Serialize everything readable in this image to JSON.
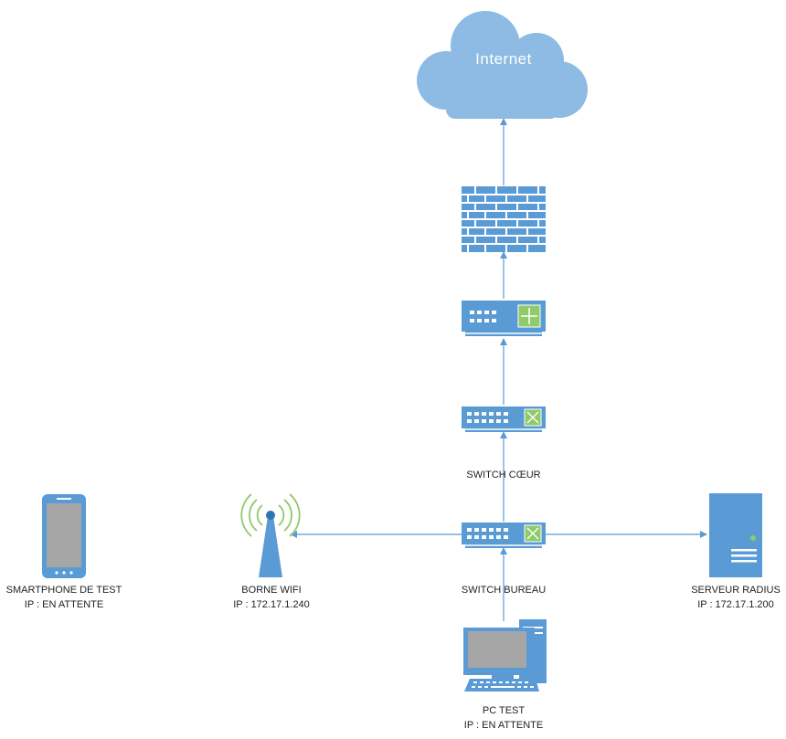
{
  "colors": {
    "device": "#5b9bd5",
    "device_dark": "#2e75b6",
    "cloud": "#8dbbe3",
    "screen": "#a6a6a6",
    "router_green": "#8fca6b",
    "wifi_green": "#8fca6b",
    "link": "#5b9bd5"
  },
  "nodes": {
    "internet": {
      "label": "Internet",
      "icon": "cloud-icon"
    },
    "firewall": {
      "icon": "firewall-icon"
    },
    "router": {
      "icon": "router-icon"
    },
    "switch_coeur": {
      "label": "SWITCH CŒUR",
      "icon": "switch-icon"
    },
    "switch_bureau": {
      "label": "SWITCH BUREAU",
      "icon": "switch-icon"
    },
    "smartphone": {
      "label": "SMARTPHONE DE TEST",
      "ip": "IP : EN ATTENTE",
      "icon": "smartphone-icon"
    },
    "borne_wifi": {
      "label": "BORNE WIFI",
      "ip": "IP : 172.17.1.240",
      "icon": "wifi-antenna-icon"
    },
    "serveur_radius": {
      "label": "SERVEUR RADIUS",
      "ip": "IP : 172.17.1.200",
      "icon": "server-icon"
    },
    "pc_test": {
      "label": "PC TEST",
      "ip": "IP : EN ATTENTE",
      "icon": "desktop-pc-icon"
    }
  },
  "links": [
    {
      "from": "pc_test",
      "to": "switch_bureau"
    },
    {
      "from": "switch_bureau",
      "to": "borne_wifi"
    },
    {
      "from": "switch_bureau",
      "to": "serveur_radius"
    },
    {
      "from": "switch_bureau",
      "to": "switch_coeur"
    },
    {
      "from": "switch_coeur",
      "to": "router"
    },
    {
      "from": "router",
      "to": "firewall"
    },
    {
      "from": "firewall",
      "to": "internet"
    }
  ]
}
